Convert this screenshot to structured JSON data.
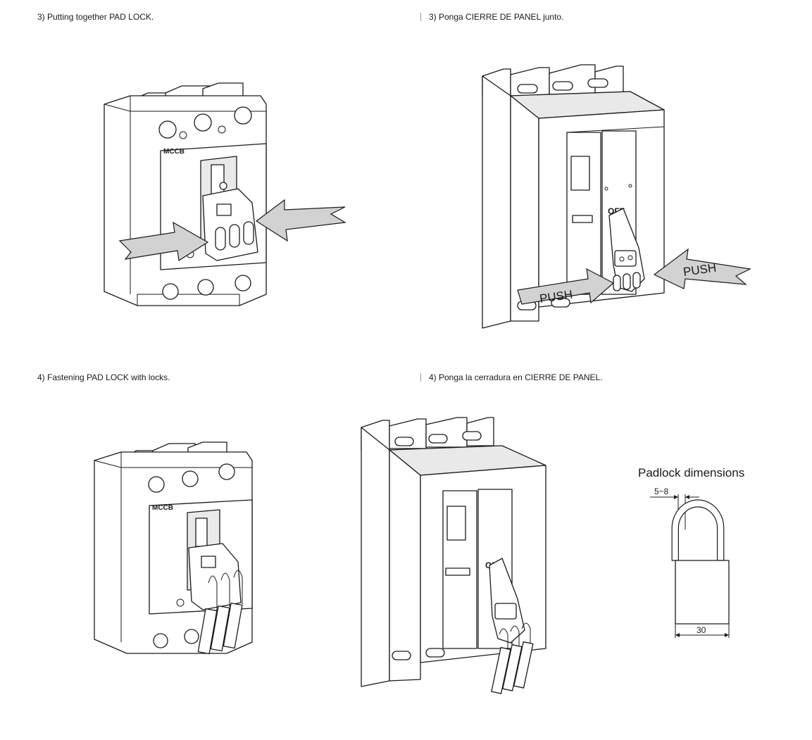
{
  "steps": {
    "step3_en": "3) Putting together PAD LOCK.",
    "step3_es": "3) Ponga CIERRE DE PANEL junto.",
    "step4_en": "4) Fastening PAD LOCK with locks.",
    "step4_es": "4) Ponga la cerradura en CIERRE DE PANEL."
  },
  "figure_labels": {
    "mccb": "MCCB",
    "off": "OFF",
    "push_left": "PUSH",
    "push_right": "PUSH"
  },
  "padlock": {
    "title": "Padlock dimensions",
    "shackle_dim": "5~8",
    "body_width_dim": "30"
  }
}
